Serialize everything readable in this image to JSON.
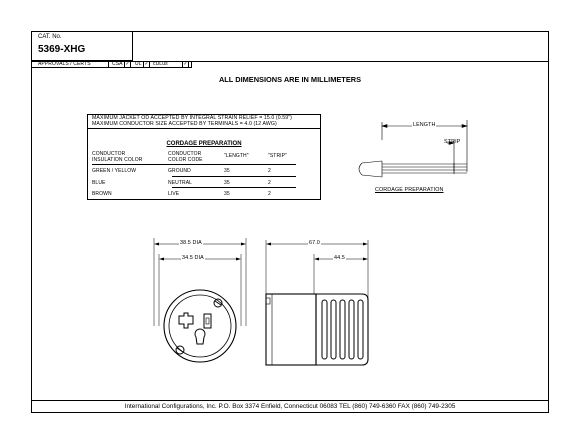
{
  "title_block": {
    "cat_no_label": "CAT. No.",
    "cat_no": "5369-XHG",
    "approvals_label": "APPROVALS / CERTS",
    "cert_csa": "CSA",
    "cert_ul": "UL",
    "cert_culus": "cULus"
  },
  "heading": "ALL DIMENSIONS ARE IN MILLIMETERS",
  "notes": {
    "line1": "MAXIMUM JACKET OD ACCEPTED BY INTEGRAL STRAIN RELIEF = 15.0 (0.59\")",
    "line2": "MAXIMUM CONDUCTOR SIZE ACCEPTED BY TERMINALS = 4.0 (12 AWG)"
  },
  "cordage_table": {
    "title": "CORDAGE PREPARATION",
    "headers": [
      "CONDUCTOR INSULATION COLOR",
      "CONDUCTOR COLOR CODE",
      "\"LENGTH\"",
      "\"STRIP\""
    ],
    "rows": [
      [
        "GREEN / YELLOW",
        "GROUND",
        "35",
        "2"
      ],
      [
        "BLUE",
        "NEUTRAL",
        "35",
        "2"
      ],
      [
        "BROWN",
        "LIVE",
        "35",
        "2"
      ]
    ]
  },
  "cordage_diagram": {
    "length_label": "LENGTH",
    "strip_label": "STRIP",
    "caption": "CORDAGE PREPARATION"
  },
  "front_view": {
    "dim_outer": "38.5 DIA",
    "dim_inner": "34.5 DIA"
  },
  "side_view": {
    "dim_overall": "67.0",
    "dim_body": "44.5"
  },
  "footer": "International Configurations, Inc.  P.O. Box 3374  Enfield, Connecticut 06083  TEL (860) 749-6360  FAX (860) 749-2305"
}
